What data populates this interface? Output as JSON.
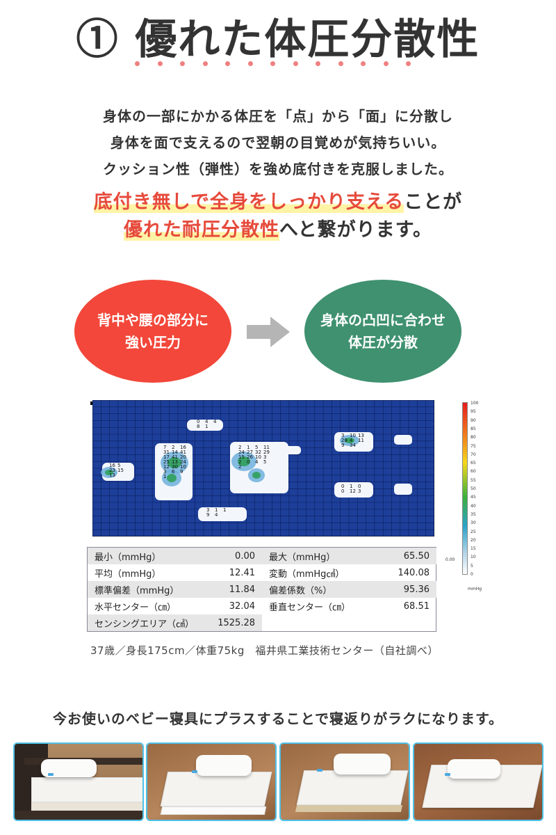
{
  "heading": {
    "title": "① 優れた体圧分散性"
  },
  "intro": {
    "lines": [
      "身体の一部にかかる体圧を「点」から「面」に分散し",
      "身体を面で支えるので翌朝の目覚めが気持ちいい。",
      "クッション性（弾性）を強め底付きを克服しました。"
    ],
    "emph1_highlight": "底付き無しで全身をしっかり支える",
    "emph1_rest": "ことが",
    "emph2_highlight": "優れた耐圧分散性",
    "emph2_rest": "へと繋がります。",
    "highlight_color": "#e64a3b"
  },
  "comparison": {
    "left_text": "背中や腰の部分に\n強い圧力",
    "right_text": "身体の凸凹に合わせ\n体圧が分散",
    "left_color": "#f2473a",
    "right_color": "#3f9170"
  },
  "pressure_map": {
    "background_color": "#1d3f9a",
    "legend_ticks": [
      "100",
      "95",
      "90",
      "85",
      "80",
      "75",
      "70",
      "65",
      "60",
      "55",
      "50",
      "45",
      "40",
      "35",
      "30",
      "25",
      "20",
      "15",
      "10",
      "5",
      "0"
    ],
    "legend_min": "0.00",
    "legend_unit": "mmHg",
    "regions": [
      {
        "name": "head",
        "values": [
          "16",
          "5",
          "23",
          "15",
          "13"
        ]
      },
      {
        "name": "upper-back",
        "values": [
          "7",
          "2",
          "16",
          "31",
          "14",
          "41",
          "17",
          "41",
          "20",
          "25",
          "13",
          "24",
          "12",
          "30",
          "10",
          "3",
          "6",
          "9",
          "1"
        ]
      },
      {
        "name": "hips",
        "values": [
          "2",
          "1",
          "5",
          "11",
          "24",
          "27",
          "32",
          "29",
          "15",
          "26",
          "10",
          "3",
          "2",
          "0",
          "4",
          "5",
          "2"
        ]
      },
      {
        "name": "left-foot",
        "values": [
          "3",
          "10",
          "13",
          "28",
          "4",
          "11",
          "9",
          "34"
        ]
      },
      {
        "name": "right-foot",
        "values": [
          "0",
          "1",
          "0",
          "0",
          "12",
          "3"
        ]
      },
      {
        "name": "arm-top",
        "values": [
          "0",
          "4",
          "4",
          "8",
          "1"
        ]
      },
      {
        "name": "arm-bottom",
        "values": [
          "3",
          "1",
          "1",
          "9",
          "4"
        ]
      }
    ]
  },
  "stats": {
    "left": [
      {
        "label": "最小（mmHg）",
        "value": "0.00"
      },
      {
        "label": "平均（mmHg）",
        "value": "12.41"
      },
      {
        "label": "標準偏差（mmHg）",
        "value": "11.84"
      },
      {
        "label": "水平センター（㎝）",
        "value": "32.04"
      },
      {
        "label": "センシングエリア（㎠）",
        "value": "1525.28"
      }
    ],
    "right": [
      {
        "label": "最大（mmHg）",
        "value": "65.50"
      },
      {
        "label": "変動（mmHg㎠）",
        "value": "140.08"
      },
      {
        "label": "偏差係数（%）",
        "value": "95.36"
      },
      {
        "label": "垂直センター（㎝）",
        "value": "68.51"
      }
    ]
  },
  "caption": "37歳／身長175cm／体重75kg　福井県工業技術センター（自社調べ）",
  "subheading": "今お使いのベビー寝具にプラスすることで寝返りがラクになります。",
  "photos": [
    {
      "name": "photo-bed-frame"
    },
    {
      "name": "photo-on-futon"
    },
    {
      "name": "photo-on-mattress"
    },
    {
      "name": "photo-on-floor"
    }
  ]
}
